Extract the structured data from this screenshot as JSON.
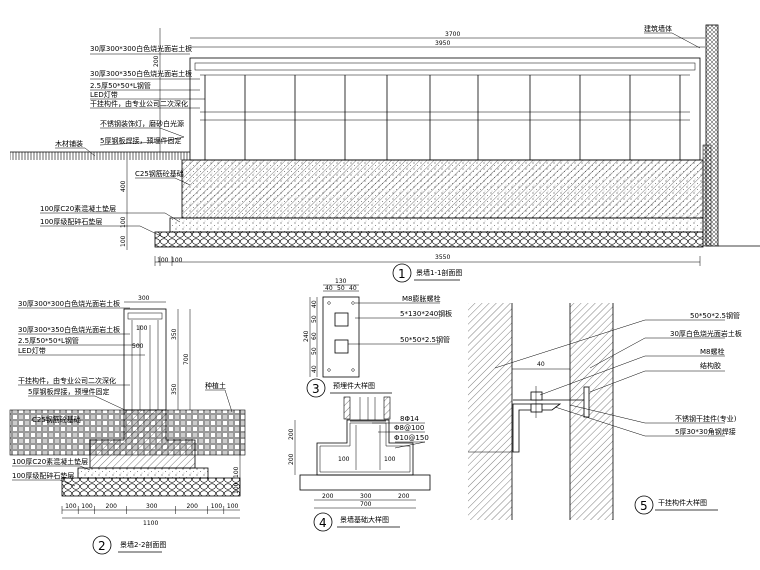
{
  "section1": {
    "title_number": "1",
    "title": "景墙1-1剖面图",
    "labels": [
      "30厚300*300白色烧光面岩土板",
      "30厚300*350白色烧光面岩土板",
      "2.5厚50*50*L钢管",
      "LED灯带",
      "干挂构件，由专业公司二次深化",
      "不锈钢装饰灯，磨砂白光源",
      "5厚钢板焊接，预埋件固定",
      "木材铺装",
      "C25钢筋砼基础",
      "100厚C20素混凝土垫层",
      "100厚级配碎石垫层",
      "建筑墙体"
    ],
    "dims": {
      "top_outer": "3700",
      "top_inner": "3950",
      "bottom": "3550",
      "height": "200",
      "footing": "400",
      "layer1": "100",
      "layer2": "100",
      "left1": "100",
      "left2": "100"
    }
  },
  "section2": {
    "title_number": "2",
    "title": "景墙2-2剖面图",
    "labels": [
      "30厚300*300白色烧光面岩土板",
      "30厚300*350白色烧光面岩土板",
      "2.5厚50*50*L钢管",
      "LED灯带",
      "干挂构件，由专业公司二次深化",
      "5厚钢板焊接，预埋件固定",
      "C25钢筋砼基础",
      "100厚C20素混凝土垫层",
      "100厚级配碎石垫层",
      "种植土"
    ],
    "dims": {
      "top": "300",
      "inner1": "100",
      "inner2": "500",
      "v1": "350",
      "v2": "350",
      "v_total": "700",
      "v_layer1": "100",
      "v_layer2": "100",
      "bottom": [
        "100",
        "100",
        "200",
        "300",
        "200",
        "100",
        "100"
      ],
      "total": "1100"
    }
  },
  "section3": {
    "title_number": "3",
    "title": "预埋件大样图",
    "labels": [
      "M8膨胀螺栓",
      "5*130*240钢板",
      "50*50*2.5钢管"
    ],
    "dims": {
      "width": "130",
      "w_parts": [
        "40",
        "50",
        "40"
      ],
      "height": "240",
      "h_parts": [
        "40",
        "50",
        "60",
        "50",
        "40"
      ]
    }
  },
  "section4": {
    "title_number": "4",
    "title": "景墙基础大样图",
    "labels": [
      "8Φ14",
      "Φ8@100",
      "Φ10@150"
    ],
    "dims": {
      "inner_left": "100",
      "inner_right": "100",
      "bottom": [
        "200",
        "300",
        "200"
      ],
      "total": "700",
      "v1": "200",
      "v2": "200"
    }
  },
  "section5": {
    "title_number": "5",
    "title": "干挂构件大样图",
    "labels": [
      "50*50*2.5钢管",
      "30厚白色烧光面岩土板",
      "M8螺栓",
      "结构胶",
      "不锈钢干挂件(专业)",
      "5厚30*30角钢焊接"
    ],
    "dims": {
      "gap": "40"
    }
  }
}
